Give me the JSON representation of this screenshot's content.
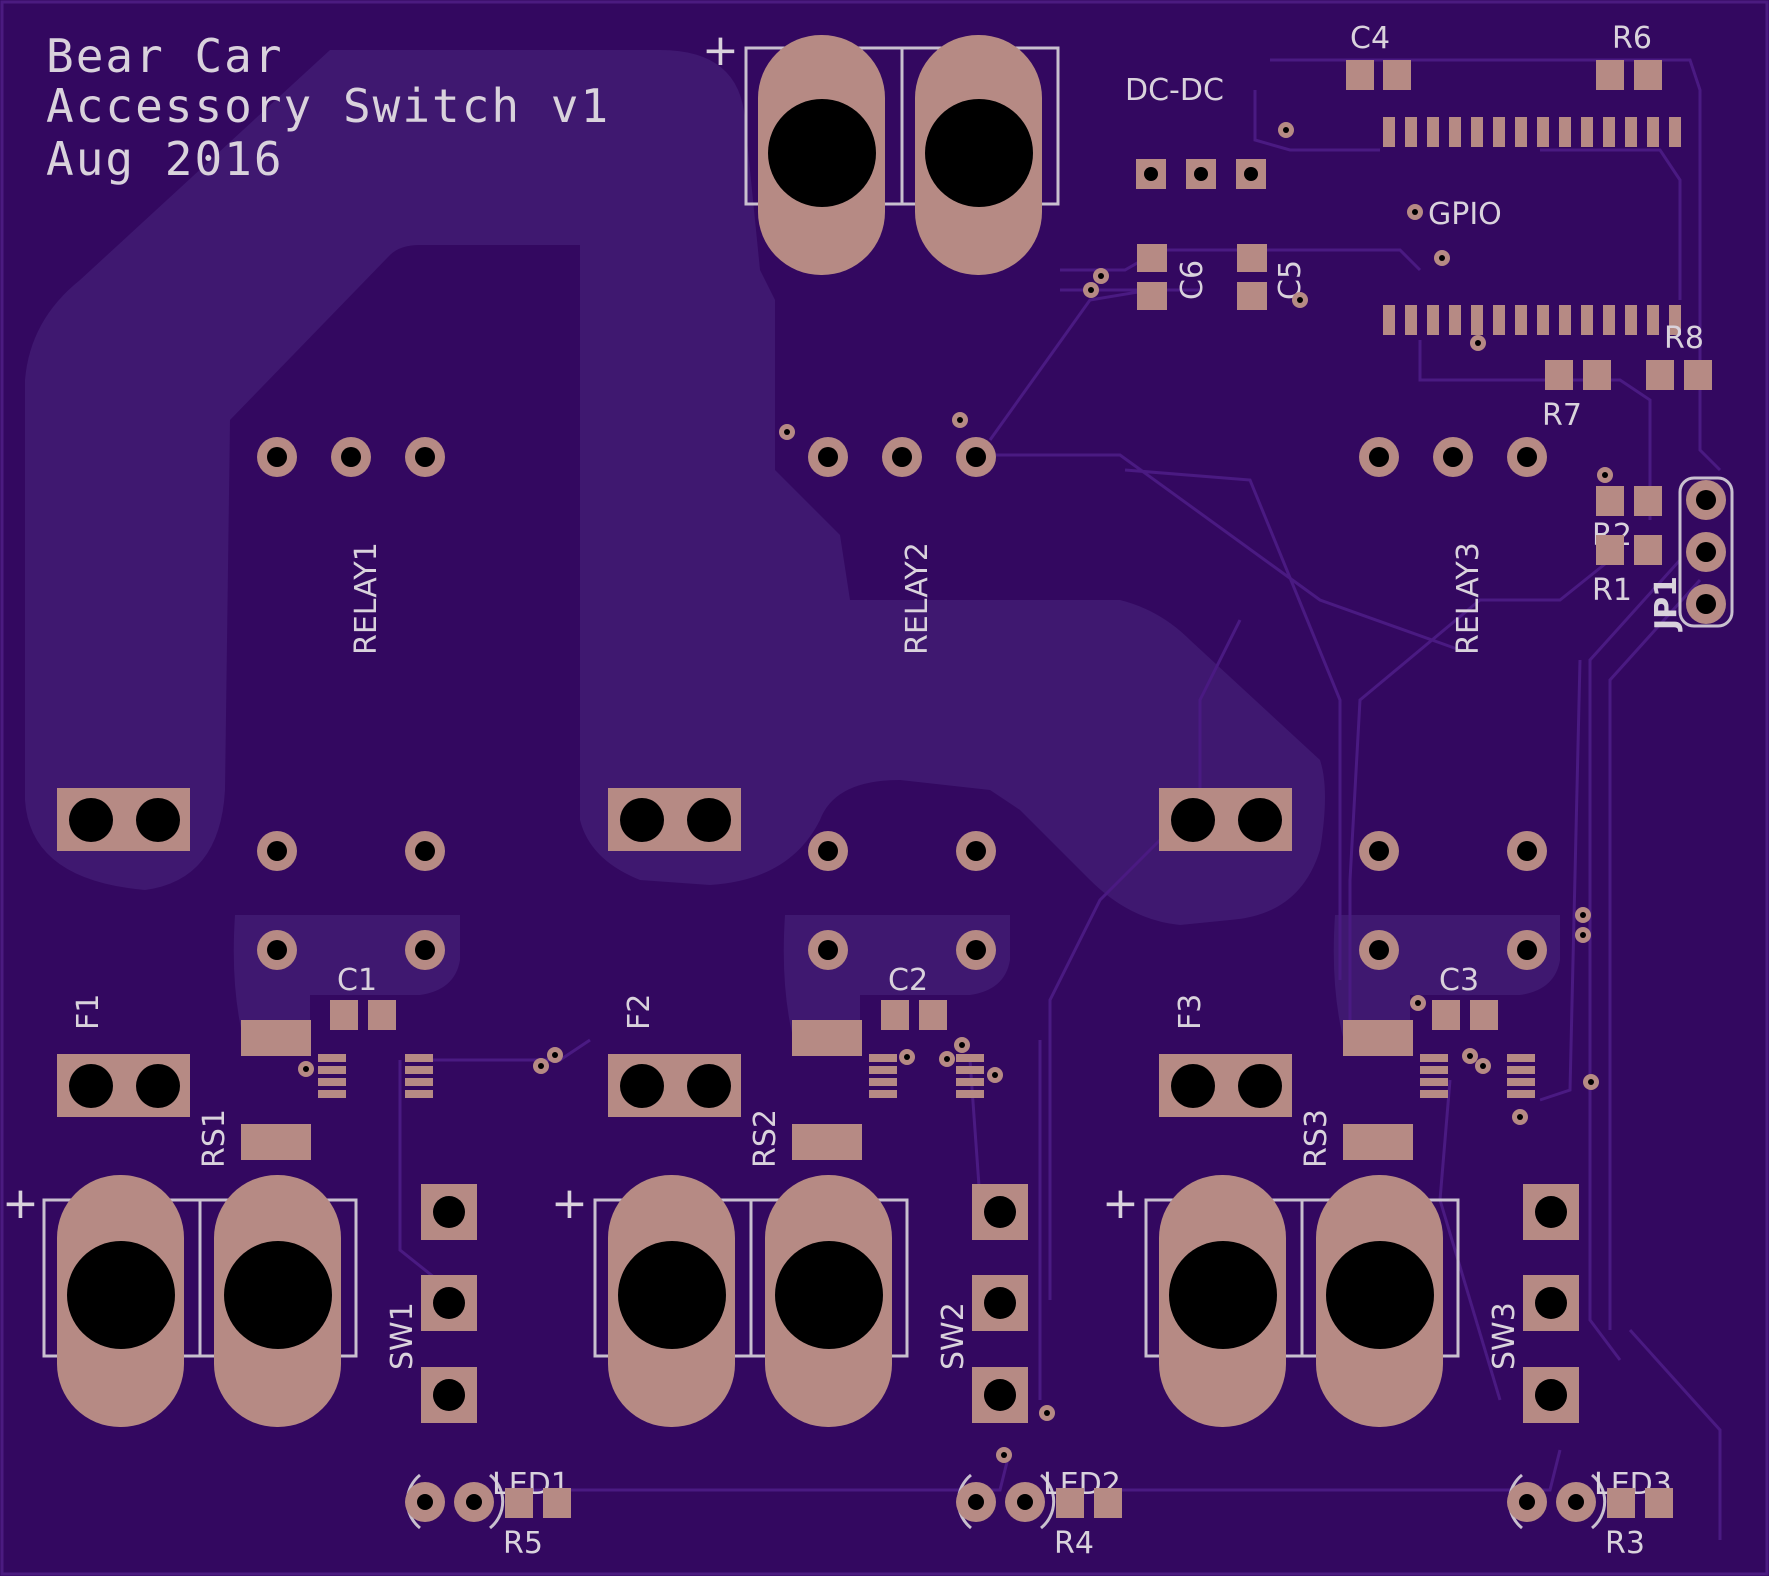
{
  "board": {
    "title_lines": [
      "Bear Car",
      "Accessory Switch v1",
      "Aug 2016"
    ],
    "colors": {
      "board": "#330860",
      "pour": "#3f1870",
      "pad": "#b68a84",
      "silk": "#d9d2dc",
      "hole": "#000000"
    }
  },
  "labels": {
    "dcdc": "DC-DC",
    "gpio": "GPIO",
    "c1": "C1",
    "c2": "C2",
    "c3": "C3",
    "c4": "C4",
    "c5": "C5",
    "c6": "C6",
    "r1": "R1",
    "r2": "R2",
    "r3": "R3",
    "r4": "R4",
    "r5": "R5",
    "r6": "R6",
    "r7": "R7",
    "r8": "R8",
    "f1": "F1",
    "f2": "F2",
    "f3": "F3",
    "rs1": "RS1",
    "rs2": "RS2",
    "rs3": "RS3",
    "sw1": "SW1",
    "sw2": "SW2",
    "sw3": "SW3",
    "relay1": "RELAY1",
    "relay2": "RELAY2",
    "relay3": "RELAY3",
    "led1": "LED1",
    "led2": "LED2",
    "led3": "LED3",
    "jp1": "JP1",
    "plus": "+"
  }
}
